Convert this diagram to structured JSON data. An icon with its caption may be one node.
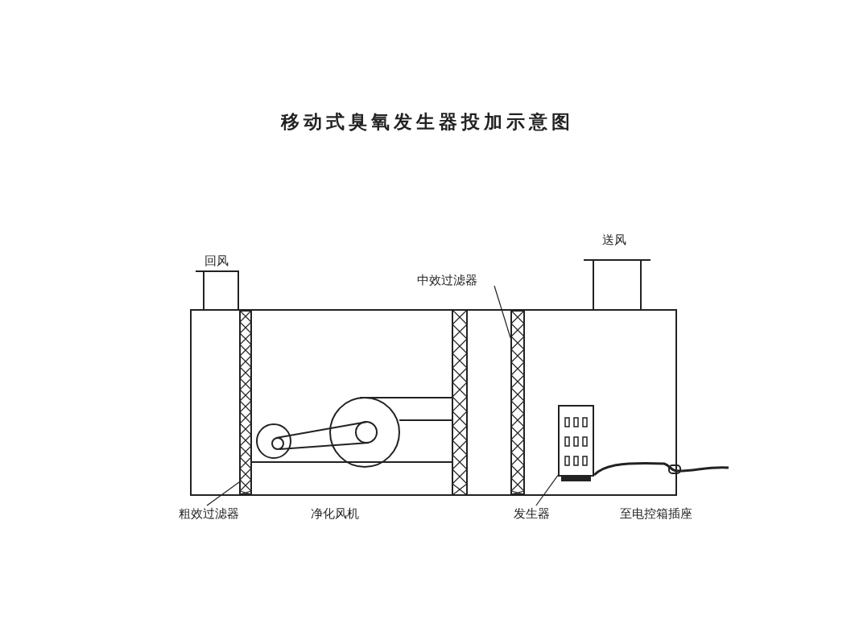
{
  "diagram": {
    "title": "移动式臭氧发生器投加示意图",
    "nodes": [
      {
        "text": [
          "粗效过滤器"
        ]
      },
      {
        "text": [],
        "shape": "bar"
      },
      {
        "text": [
          "中效过滤器"
        ]
      },
      {
        "text": [],
        "shape": "bar"
      },
      {
        "text": [
          "发生器"
        ]
      },
      {
        "text": [],
        "shape": "box"
      }
    ],
    "edges": [
      {
        "from": 0,
        "to": 1,
        "arrow": "none"
      },
      {
        "from": 2,
        "to": 3,
        "arrow": "none"
      },
      {
        "from": 4,
        "to": 5,
        "arrow": "none"
      }
    ],
    "labels": [
      "回风",
      "送风",
      "净化风机",
      "至电控箱插座"
    ]
  }
}
